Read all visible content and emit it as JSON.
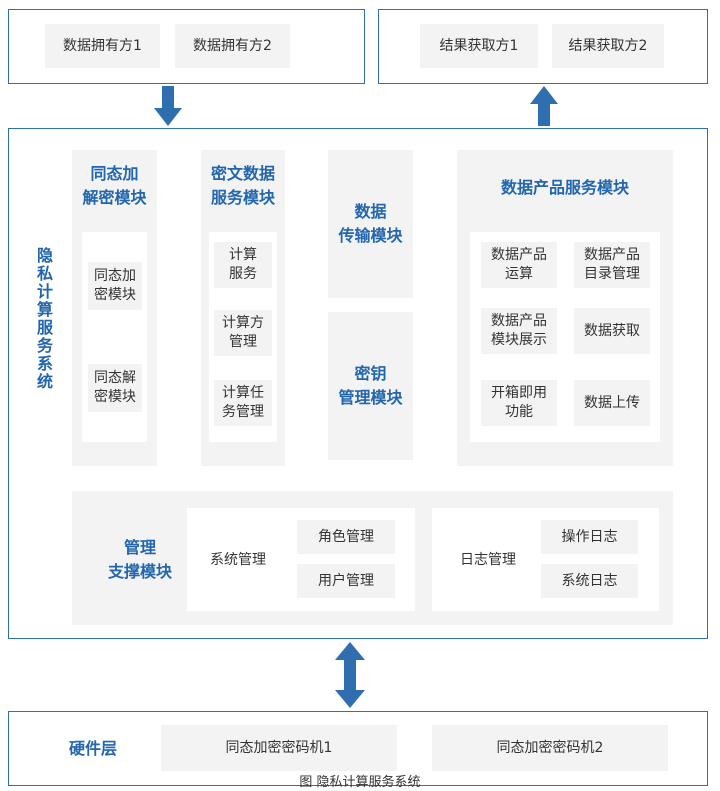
{
  "data_owners": [
    "数据拥有方1",
    "数据拥有方2"
  ],
  "result_receivers": [
    "结果获取方1",
    "结果获取方2"
  ],
  "system_title": "隐私计算服务系统",
  "homomorphic": {
    "title_line1": "同态加",
    "title_line2": "解密模块",
    "items": [
      {
        "line1": "同态加",
        "line2": "密模块"
      },
      {
        "line1": "同态解",
        "line2": "密模块"
      }
    ]
  },
  "ciphertext": {
    "title_line1": "密文数据",
    "title_line2": "服务模块",
    "items": [
      {
        "line1": "计算",
        "line2": "服务"
      },
      {
        "line1": "计算方",
        "line2": "管理"
      },
      {
        "line1": "计算任",
        "line2": "务管理"
      }
    ]
  },
  "transfer": {
    "line1": "数据",
    "line2": "传输模块"
  },
  "keymgmt": {
    "line1": "密钥",
    "line2": "管理模块"
  },
  "product": {
    "title": "数据产品服务模块",
    "items": [
      {
        "line1": "数据产品",
        "line2": "运算"
      },
      {
        "line1": "数据产品",
        "line2": "目录管理"
      },
      {
        "line1": "数据产品",
        "line2": "模块展示"
      },
      {
        "line1": "数据获取",
        "line2": ""
      },
      {
        "line1": "开箱即用",
        "line2": "功能"
      },
      {
        "line1": "数据上传",
        "line2": ""
      }
    ]
  },
  "support": {
    "title_line1": "管理",
    "title_line2": "支撑模块",
    "system_mgmt": {
      "label": "系统管理",
      "items": [
        "角色管理",
        "用户管理"
      ]
    },
    "log_mgmt": {
      "label": "日志管理",
      "items": [
        "操作日志",
        "系统日志"
      ]
    }
  },
  "hardware": {
    "title": "硬件层",
    "items": [
      "同态加密密码机1",
      "同态加密密码机2"
    ]
  },
  "caption": "图 隐私计算服务系统",
  "colors": {
    "frame": "#2f6fb0",
    "title": "#2266ad",
    "panel": "#f3f3f3"
  }
}
